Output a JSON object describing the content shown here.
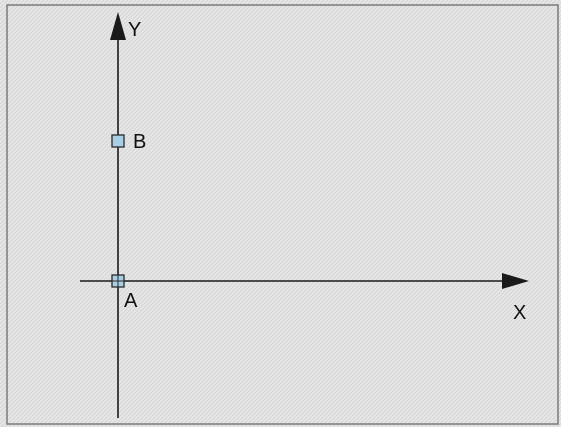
{
  "colors": {
    "background": "#e6e6e6",
    "hatch": "#d2d2d2",
    "frame": "#7a7a7a",
    "axis": "#1a1a1a",
    "point_fill": "#a9cfe6",
    "point_stroke": "#2a2a2a"
  },
  "axes": {
    "x_label": "X",
    "y_label": "Y"
  },
  "points": [
    {
      "label": "A"
    },
    {
      "label": "B"
    }
  ]
}
